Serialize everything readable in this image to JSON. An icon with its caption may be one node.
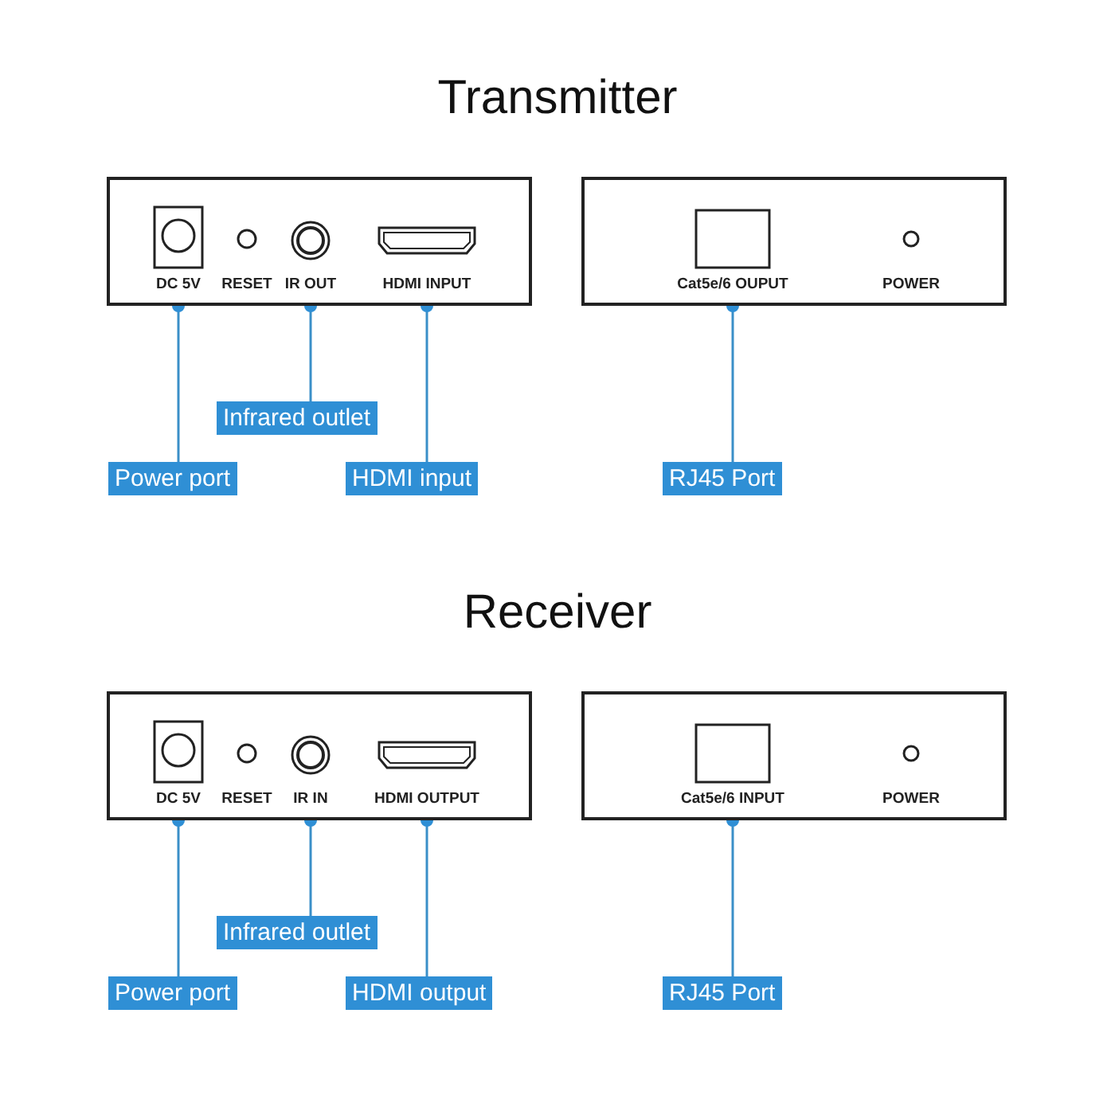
{
  "diagram": {
    "nodes": [
      {
        "text": [],
        "shape": "box"
      },
      {
        "text": [
          "DC 5V"
        ],
        "in": 0
      },
      {
        "text": [
          "RESET"
        ],
        "in": 0
      },
      {
        "text": [
          "IR OUT"
        ],
        "in": 0
      },
      {
        "text": [
          "HDMI INPUT"
        ],
        "in": 0
      },
      {
        "text": [],
        "shape": "box"
      },
      {
        "text": [
          "Cat5e/6 OUPUT"
        ],
        "in": 5
      },
      {
        "text": [
          "POWER"
        ],
        "in": 5
      },
      {
        "text": [
          "Infrared outlet"
        ]
      },
      {
        "text": [
          "Power port"
        ]
      },
      {
        "text": [
          "HDMI input"
        ]
      },
      {
        "text": [
          "RJ45 Port"
        ]
      },
      {
        "text": [],
        "shape": "box"
      },
      {
        "text": [
          "DC 5V"
        ],
        "in": 12
      },
      {
        "text": [
          "RESET"
        ],
        "in": 12
      },
      {
        "text": [
          "IR IN"
        ],
        "in": 12
      },
      {
        "text": [
          "HDMI OUTPUT"
        ],
        "in": 12
      },
      {
        "text": [],
        "shape": "box"
      },
      {
        "text": [
          "Cat5e/6 INPUT"
        ],
        "in": 17
      },
      {
        "text": [
          "POWER"
        ],
        "in": 17
      },
      {
        "text": [
          "Infrared outlet"
        ]
      },
      {
        "text": [
          "Power port"
        ]
      },
      {
        "text": [
          "HDMI output"
        ]
      },
      {
        "text": [
          "RJ45 Port"
        ]
      }
    ],
    "edges": [
      {
        "from": 9,
        "to": 1,
        "arrow": "other"
      },
      {
        "from": 8,
        "to": 3,
        "arrow": "other"
      },
      {
        "from": 10,
        "to": 4,
        "arrow": "other"
      },
      {
        "from": 11,
        "to": 6,
        "arrow": "other"
      },
      {
        "from": 21,
        "to": 13,
        "arrow": "other"
      },
      {
        "from": 20,
        "to": 15,
        "arrow": "other"
      },
      {
        "from": 22,
        "to": 16,
        "arrow": "other"
      },
      {
        "from": 23,
        "to": 18,
        "arrow": "other"
      }
    ],
    "labels": [
      "Transmitter",
      "Receiver"
    ]
  }
}
